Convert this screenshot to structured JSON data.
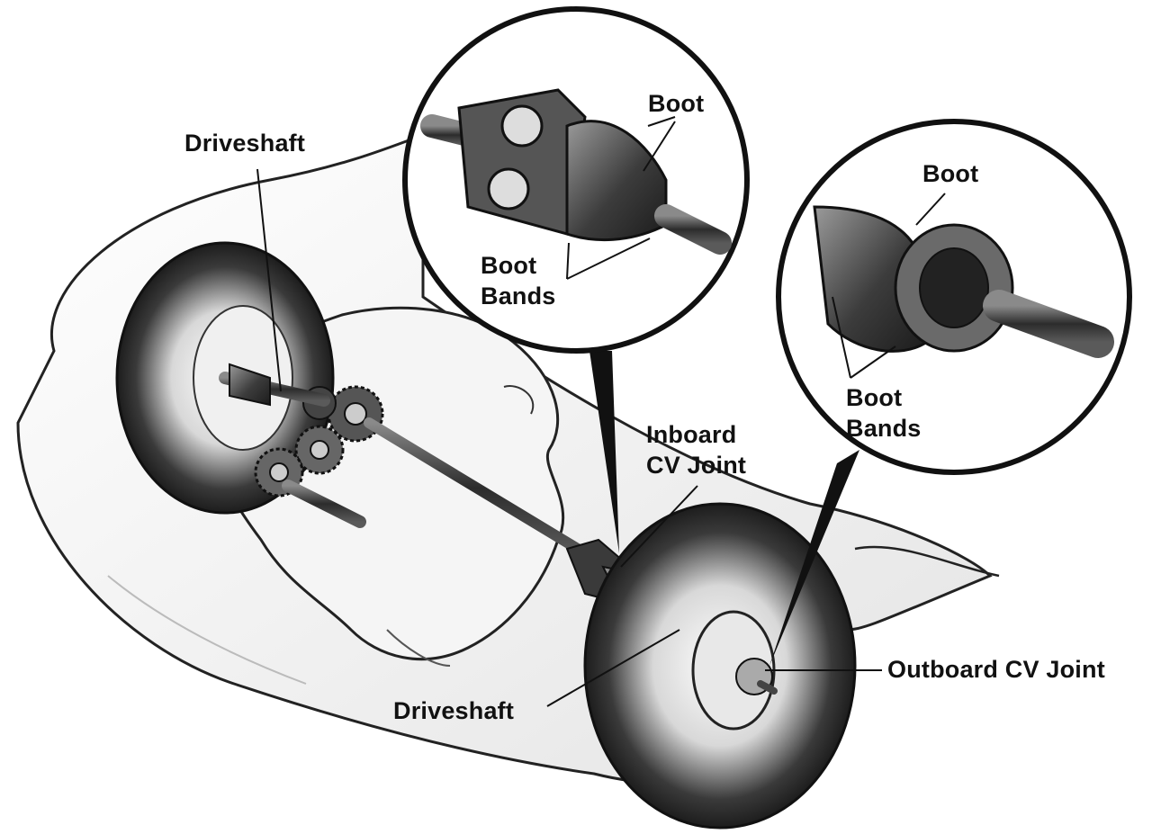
{
  "labels": {
    "driveshaft_upper": "Driveshaft",
    "boot_inboard": "Boot",
    "boot_bands_inboard": {
      "line1": "Boot",
      "line2": "Bands"
    },
    "boot_outboard": "Boot",
    "boot_bands_outboard": {
      "line1": "Boot",
      "line2": "Bands"
    },
    "inboard_cv_joint": {
      "line1": "Inboard",
      "line2": "CV Joint"
    },
    "driveshaft_lower": "Driveshaft",
    "outboard_cv_joint": "Outboard CV Joint"
  },
  "colors": {
    "ink": "#111111",
    "tire": "#1a1a1a",
    "metal": "#4a4a4a",
    "body_fill": "#f2f2f2"
  }
}
